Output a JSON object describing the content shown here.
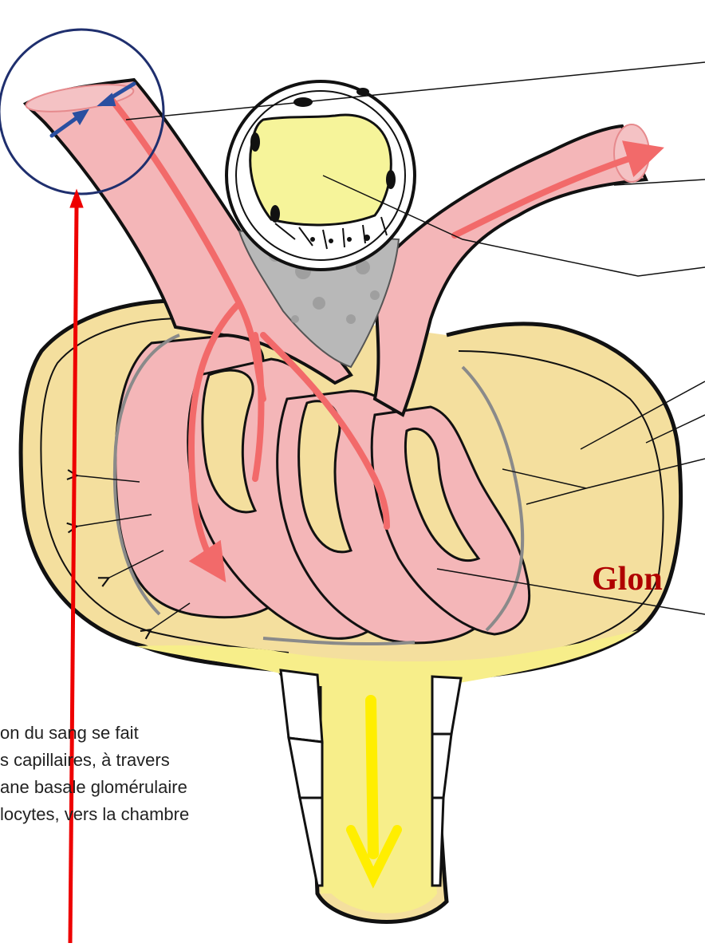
{
  "caption": {
    "lines": [
      "on du sang se fait",
      "s capillaires, à travers",
      "ane basale glomérulaire",
      "locytes, vers la chambre"
    ]
  },
  "title": {
    "text": "Glon",
    "color": "#b00000"
  },
  "colors": {
    "capillary": "#f4b6b8",
    "capillary_flow": "#f26a6a",
    "capsule_space": "#f4df9e",
    "urine_space": "#f7ee8a",
    "urine_flow": "#ffee00",
    "macula": "#f6f49a",
    "mesangium": "#b8b8b8",
    "circle_annotation": "#1f2f6e",
    "red_pointer": "#ee0000",
    "filtration_arrow": "#2a4fa0"
  }
}
